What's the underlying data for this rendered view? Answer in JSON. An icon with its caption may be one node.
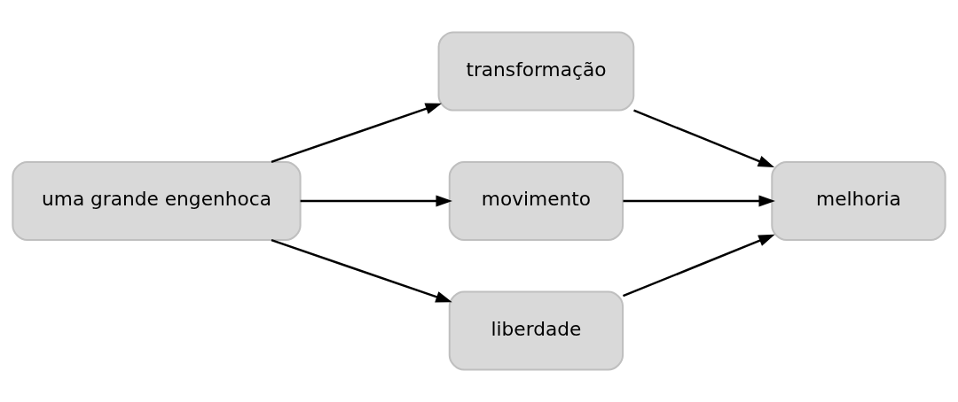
{
  "diagram": {
    "nodes": [
      {
        "text": [
          "uma grande engenhoca"
        ]
      },
      {
        "text": [
          "transformação"
        ]
      },
      {
        "text": [
          "movimento"
        ]
      },
      {
        "text": [
          "liberdade"
        ]
      },
      {
        "text": [
          "melhoria"
        ]
      }
    ],
    "edges": [
      {
        "from": 0,
        "to": 1,
        "arrow": "to"
      },
      {
        "from": 0,
        "to": 2,
        "arrow": "to"
      },
      {
        "from": 0,
        "to": 3,
        "arrow": "to"
      },
      {
        "from": 1,
        "to": 4,
        "arrow": "to"
      },
      {
        "from": 2,
        "to": 4,
        "arrow": "to"
      },
      {
        "from": 3,
        "to": 4,
        "arrow": "to"
      }
    ]
  }
}
